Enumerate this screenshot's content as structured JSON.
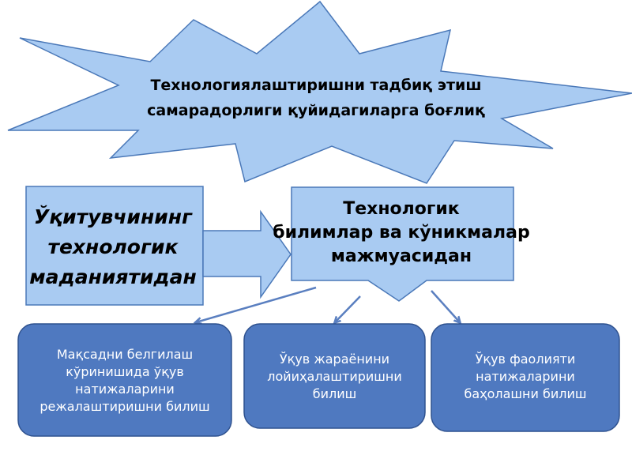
{
  "star": {
    "text": "Технологиялаштиришни тадбиқ этиш\nсамарадорлиги қуйидагиларга боғлиқ"
  },
  "left_block": {
    "text": "Ўқитувчининг\nтехнологик\nмаданиятидан"
  },
  "center_block": {
    "text": "Технологик\nбилимлар ва кўникмалар\nмажмуасидан"
  },
  "boxes": [
    {
      "text": "Мақсадни белгилаш\nкўринишида ўқув\nнатижаларини\nрежалаштиришни билиш"
    },
    {
      "text": "Ўқув жараёнини\nлойиҳалаштиришни\nбилиш"
    },
    {
      "text": "Ўқув фаолияти\nнатижаларини\nбаҳолашни билиш"
    }
  ],
  "colors": {
    "light_fill": "#a9cbf2",
    "light_stroke": "#4a78b8",
    "box_fill": "#4f79c0",
    "box_stroke": "#2f528f",
    "arrow": "#5a7fc0"
  }
}
